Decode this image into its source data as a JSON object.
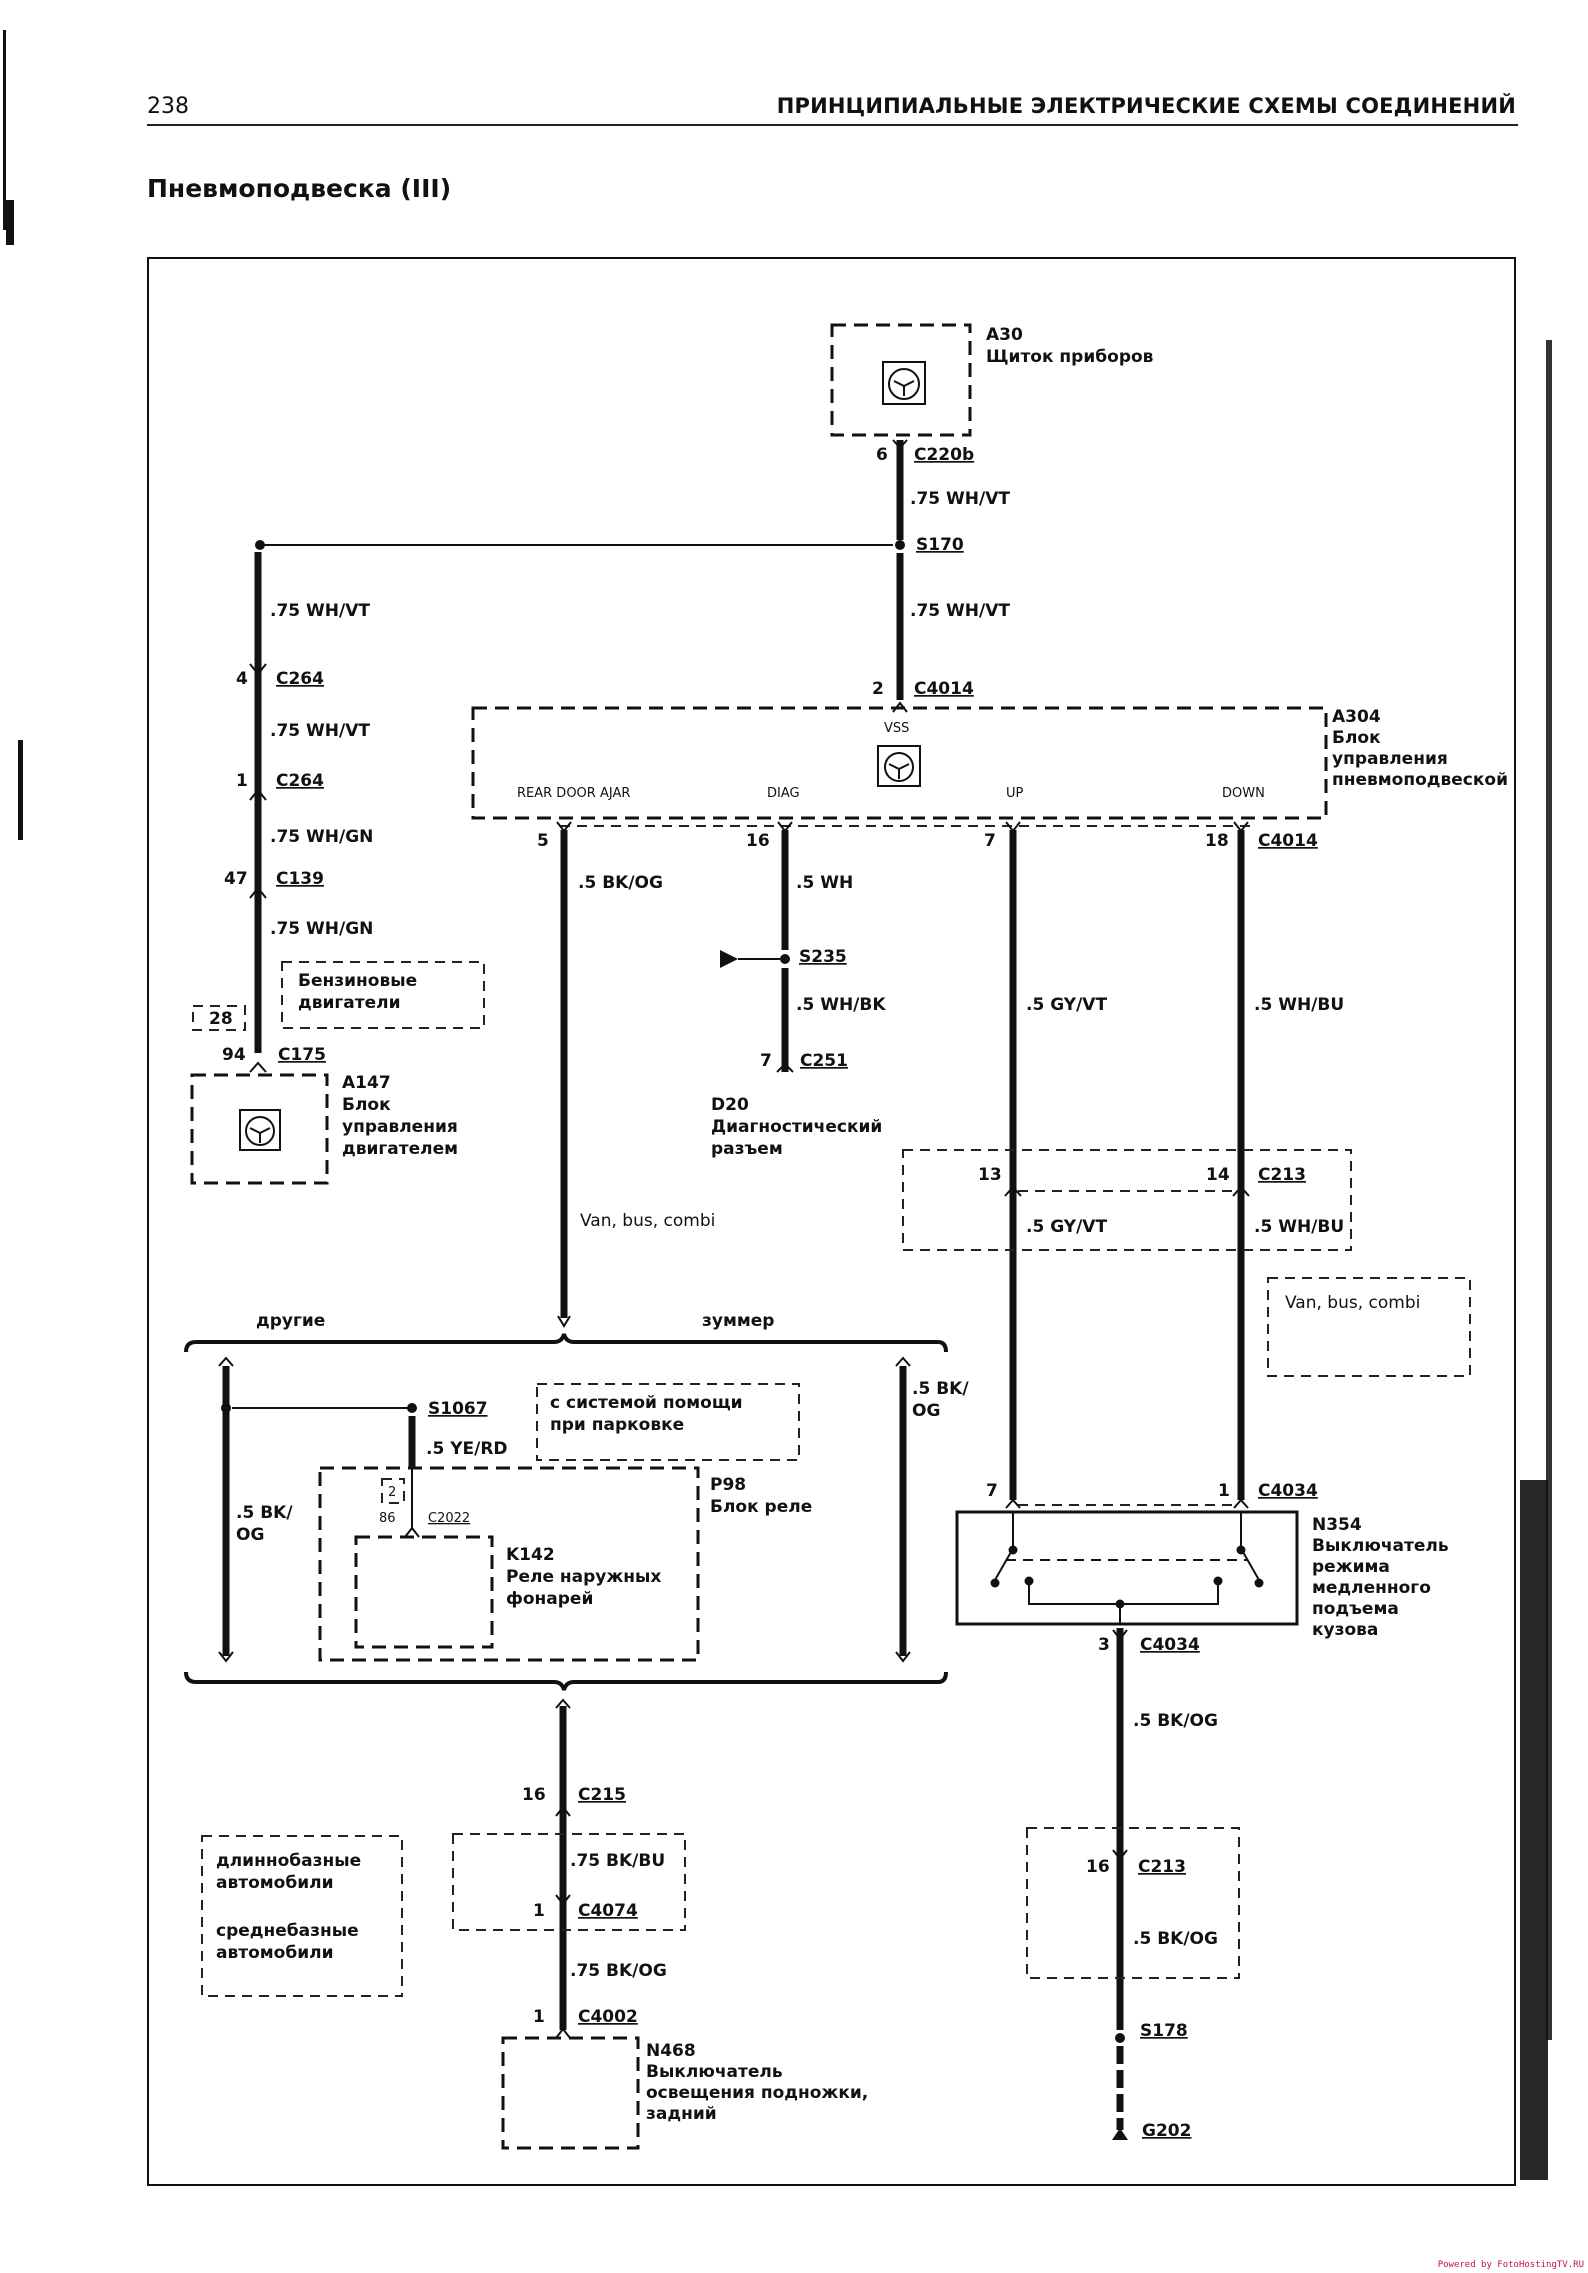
{
  "header": {
    "page_number": "238",
    "section_title": "ПРИНЦИПИАЛЬНЫЕ ЭЛЕКТРИЧЕСКИЕ СХЕМЫ СОЕДИНЕНИЙ"
  },
  "title": "Пневмоподвеска (III)",
  "components": {
    "a30": {
      "id": "A30",
      "name": "Щиток приборов"
    },
    "a304": {
      "id": "A304",
      "name_lines": [
        "Блок",
        "управления",
        "пневмоподвеской"
      ],
      "pins": {
        "vss": "VSS",
        "rear_door_ajar": "REAR DOOR AJAR",
        "diag": "DIAG",
        "up": "UP",
        "down": "DOWN"
      }
    },
    "a147": {
      "id": "A147",
      "name_lines": [
        "Блок",
        "управления",
        "двигателем"
      ]
    },
    "d20": {
      "id": "D20",
      "name_lines": [
        "Диагностический",
        "разъем"
      ]
    },
    "p98": {
      "id": "P98",
      "name": "Блок реле"
    },
    "k142": {
      "id": "K142",
      "name_lines": [
        "Реле наружных",
        "фонарей"
      ]
    },
    "n354": {
      "id": "N354",
      "name_lines": [
        "Выключатель",
        "режима",
        "медленного",
        "подъема",
        "кузова"
      ]
    },
    "n468": {
      "id": "N468",
      "name_lines": [
        "Выключатель",
        "освещения подножки,",
        "задний"
      ]
    }
  },
  "connectors": {
    "c220b": {
      "label": "C220b",
      "pin": "6"
    },
    "s170": {
      "label": "S170"
    },
    "c4014_top": {
      "label": "C4014",
      "pin": "2"
    },
    "c264_a": {
      "label": "C264",
      "pin": "4"
    },
    "c264_b": {
      "label": "C264",
      "pin": "1"
    },
    "c139": {
      "label": "C139",
      "pin": "47"
    },
    "c175": {
      "label": "C175",
      "pin": "94",
      "alt_pin": "28"
    },
    "c4014_bottom": {
      "label": "C4014",
      "pins": [
        "5",
        "16",
        "7",
        "18"
      ]
    },
    "s235": {
      "label": "S235"
    },
    "c251": {
      "label": "C251",
      "pin": "7"
    },
    "c213_a": {
      "label": "C213",
      "pins": [
        "13",
        "14"
      ]
    },
    "s1067": {
      "label": "S1067"
    },
    "c2022": {
      "label": "C2022",
      "pin": "86",
      "alt_pin": "2"
    },
    "c4034_top": {
      "label": "C4034",
      "pins": [
        "7",
        "1"
      ]
    },
    "c4034_bottom": {
      "label": "C4034",
      "pin": "3"
    },
    "c215": {
      "label": "C215",
      "pin": "16"
    },
    "c4074": {
      "label": "C4074",
      "pin": "1"
    },
    "c4002": {
      "label": "C4002",
      "pin": "1"
    },
    "c213_b": {
      "label": "C213",
      "pin": "16"
    },
    "s178": {
      "label": "S178"
    },
    "g202": {
      "label": "G202"
    }
  },
  "wires": {
    "a30_s170": ".75 WH/VT",
    "s170_a304": ".75 WH/VT",
    "s170_c264": ".75 WH/VT",
    "c264_c264": ".75 WH/VT",
    "c264_c139": ".75 WH/GN",
    "c139_c175": ".75 WH/GN",
    "rear_door": ".5 BK/OG",
    "diag_s235": ".5 WH",
    "s235_c251": ".5 WH/BK",
    "up": ".5 GY/VT",
    "down": ".5 WH/BU",
    "up_b": ".5 GY/VT",
    "down_b": ".5 WH/BU",
    "s1067_p98": ".5 YE/RD",
    "others_left_1": ".5 BK/",
    "others_left_2": "OG",
    "buzzer_right_1": ".5 BK/",
    "buzzer_right_2": "OG",
    "n354_ground": ".5 BK/OG",
    "c215_c4074": ".75 BK/BU",
    "c4074_c4002": ".75 BK/OG",
    "c213_s178": ".5 BK/OG"
  },
  "notes": {
    "petrol_engines": [
      "Бензиновые",
      "двигатели"
    ],
    "van_bus_combi_left": "Van, bus, combi",
    "van_bus_combi_right": "Van, bus, combi",
    "others": "другие",
    "buzzer": "зуммер",
    "parking_aid": [
      "с системой помощи",
      "при парковке"
    ],
    "wheelbase": [
      "длиннобазные",
      "автомобили",
      "среднебазные",
      "автомобили"
    ]
  },
  "watermark": "Powered by FotoHostingTV.RU",
  "colors": {
    "ink": "#111111",
    "paper": "#ffffff",
    "watermark": "#c0143c"
  }
}
